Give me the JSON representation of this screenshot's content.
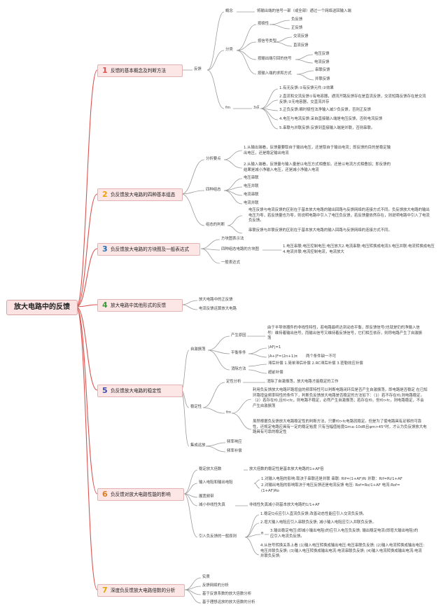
{
  "colors": {
    "accent": "#d9534f",
    "number": "#f0a000",
    "line": "#9b9b9b",
    "box": "#fde6e6"
  },
  "root": "放大电路中的反馈",
  "categories": [
    {
      "num": "1",
      "label": "反馈的基本概念及判断方法"
    },
    {
      "num": "2",
      "label": "负反馈放大电路的四种基本组态"
    },
    {
      "num": "3",
      "label": "负反馈放大电路的方块图及一般表达式"
    },
    {
      "num": "4",
      "label": "放大电路中其他形式的反馈"
    },
    {
      "num": "5",
      "label": "负反馈放大电路的稳定性"
    },
    {
      "num": "6",
      "label": "负反馈对放大电路性能的影响"
    },
    {
      "num": "7",
      "label": "深度负反馈放大电路倍数的分析"
    }
  ],
  "c1": {
    "hub": "反馈",
    "concept": "概念",
    "concept_text": "将输出端的信号一部（或全部）通过一个网络送回输入端",
    "classify": "分类",
    "polarity": "按极性",
    "neg": "负反馈",
    "pos": "正反馈",
    "signal_type": "按信号类型",
    "ac": "交流反馈",
    "dc": "直流反馈",
    "output_sample": "按输出端引回的信号",
    "voltage_fb": "电压反馈",
    "current_fb": "电流反馈",
    "input_sum": "按输入端的求和方式",
    "series_fb": "串联反馈",
    "parallel_fb": "并联反馈",
    "judge": "fm",
    "judge_points": "3点",
    "p1": "1.有无反馈:①有反馈元件;②效果",
    "p2": "2.直流和交流反馈①有电容器，通流开路反馈存在是直流反馈，交流短路反馈存在是交流反馈;②无电容器，交直流并存",
    "p3": "3.正负反馈:瞬时极性法净输入减少负反馈，否则正反馈",
    "p4": "4.电压与电流反馈:采自直接输入端是电压反馈，否则电流反馈",
    "p5": "5.串联与并联反馈:反馈到直接输入端是并联，否则串联。"
  },
  "c2": {
    "analysis": "分析要点",
    "a1": "1.从输出端看，反馈量要取自于输出电压，还是取自于输出电流；即反馈的目的是稳定输出电压，还是稳定输出电流",
    "a2": "2.从输入端看，反馈量与输入量是以电压方式相叠加，还是以电流方式相叠加；即反馈的结果是减小净输入电压，还是减小净输入电流",
    "four": "四种组态",
    "f1": "电压串联",
    "f2": "电压并联",
    "f3": "电流串联",
    "f4": "电流并联",
    "judge": "组态的判断",
    "j1": "电压反馈与电流反馈的区别在于基本放大电路的输出回路与反馈网络的连接方式不同。负反馈放大电路的输出电压为零，若反馈量也为零，则说明电路中引入了电压负反馈，若反馈量依然存在，则说明电路中引入了电流负反馈。",
    "j2": "串联反馈与并联反馈的区别在于基本放大电路的输入回路与反馈网络的连接方式不同。"
  },
  "c3": {
    "a": "方块图表示法",
    "b": "四种组态电路的方块图",
    "b_text": "1.电压串联:电压控制电压;电压放大2.电流串联:电压转换成电流3.电压并联:电流转换成电压4.电流并联:电流控制电流，电流放大",
    "c": "一般表达式"
  },
  "c4": {
    "a": "放大电路中的正反馈",
    "b": "电流反馈运算放大电路"
  },
  "c5": {
    "self": "自激振荡",
    "cause": "产生原因",
    "cause_text": "由于半导体器件的非线性特性，若电路最终达到动态平衡，即反馈信号(也就是仍的净输入信号）维持着输出信号，而输出信号又维持着反馈信号，它们相互依存，则称电路产生了自激振荡",
    "balance": "平衡条件",
    "bal1": "|AF|=1",
    "bal2": "|A+|F=(2n+1)π",
    "bal3": "两个条件缺一不可",
    "eliminate": "消除方法",
    "el1": "滞后补偿 1.简单滞后补偿 2.RC滞后补偿 3.密勒效应补偿",
    "el2": "超前补偿",
    "stability": "稳定性",
    "qual": "定性分析",
    "qual_text": "消除了自激振荡，放大电路才能稳定的工作",
    "judge": "fm",
    "judge_text": "利用负反馈放大电路环路增益的频率特性可以判断电路闭环后是否产生自激振荡，即电路是否稳定 在已知环路增益频率特性的条件下，判断负反馈放大电路是否稳定的方法如下：（1）若不存在f0,则电路稳定。（2）若存在f0,且f0<fc，则电路不稳定，必然产生自激振荡；若存在f0，但f0>fc，则电路稳定，不会产生自激振荡",
    "margin_text": "虽然根据负反馈放大电路稳定性的判断方法，只要f0>fc电路就稳定。但是为了使电路具有足够的可靠性，还规定电路应具有一定的稳定裕度 只有当幅值裕度Gm≤-10dB且φm>45°时，才认为负反馈放大电路具有可靠的稳定性",
    "integ": "集成运放",
    "freq1": "频率响应",
    "freq2": "频率补偿"
  },
  "c6": {
    "stab": "稳定放大倍数",
    "stab_text": "放大倍数的稳定性是基本放大电路的1+AF倍",
    "io": "输入电阻和输出电阻",
    "io1": "1.对输入电阻的影响:取决于串联还是并联 串联: Rif=(1+AF)Ri 并联：Rif=Ri/1+AF",
    "io2": "2.对输出电阻的影响取决于电压反馈还是电流反馈 电压: Rof=Ro/1+AF 电流:Rof=(1+AF)Ro",
    "band": "展宽频带",
    "nonlin": "减小非线性失真",
    "nonlin_text": "非线性失真减小到基本放大电路的1/1+AF",
    "intro": "引入负反馈的一般原则",
    "i1": "1.稳定Q点应引入直流负反馈;改善动态性能应引入交流负反馈。",
    "i2": "2.增大输入电阻应引入串联负反馈; 减小输入电阻应引入并联负反馈。",
    "i3label": "fi",
    "i3": "3.输出稳定电压(即减小输出电阻)的应引入电压负反馈; 输出稳定电流(即增大输出电阻)的应引入电流负反馈。",
    "i4": "4.从信号转换关系上看 (1)输入电压转换成输出电压:电压串联负反馈; (2)输入电流转换成输出电压:电压并联负反馈; (3)输入电压转换成输出电流:电流串联负反馈; (4)输入电流转换成输出电流:电流并联负反馈;"
  },
  "c7": {
    "a": "实质",
    "b": "反馈网络的分析",
    "c": "基于反馈系数的放大倍数分析",
    "d": "基于理想运放的放大倍数的分析"
  }
}
